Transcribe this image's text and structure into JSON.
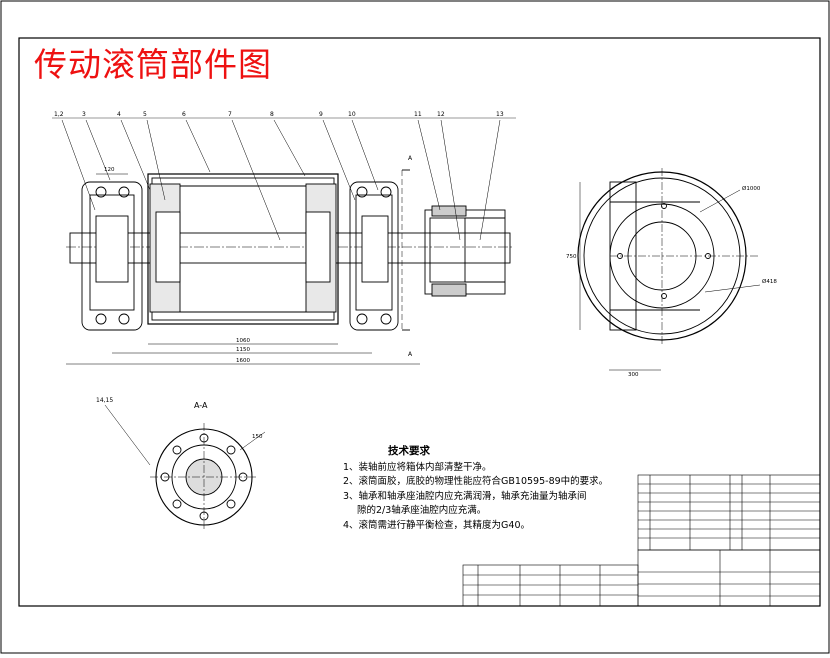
{
  "drawing": {
    "title": "传动滚筒部件图",
    "section_label": "A-A",
    "section_mark": "A",
    "part_numbers": [
      "1,2",
      "3",
      "4",
      "5",
      "6",
      "7",
      "8",
      "9",
      "10",
      "11",
      "12",
      "13"
    ],
    "section_part_numbers": "14,15",
    "dimensions": {
      "bearing_top": "120",
      "length_inner": "1060",
      "length_mid": "1150",
      "length_total": "1600",
      "end_height": "750",
      "end_width": "300",
      "dia_large": "Ø1000",
      "dia_small": "Ø418",
      "flange": "150"
    }
  },
  "technical_requirements": {
    "heading": "技术要求",
    "items": [
      "1、装轴前应将箱体内部清整干净。",
      "2、滚筒面胶，底胶的物理性能应符合GB10595-89中的要求。",
      "3、轴承和轴承座油腔内应充满润滑，轴承充油量为轴承间",
      "隙的2/3轴承座油腔内应充满。",
      "4、滚筒需进行静平衡检查，其精度为G40。"
    ]
  },
  "colors": {
    "title": "#ee1111",
    "lines": "#000000"
  }
}
